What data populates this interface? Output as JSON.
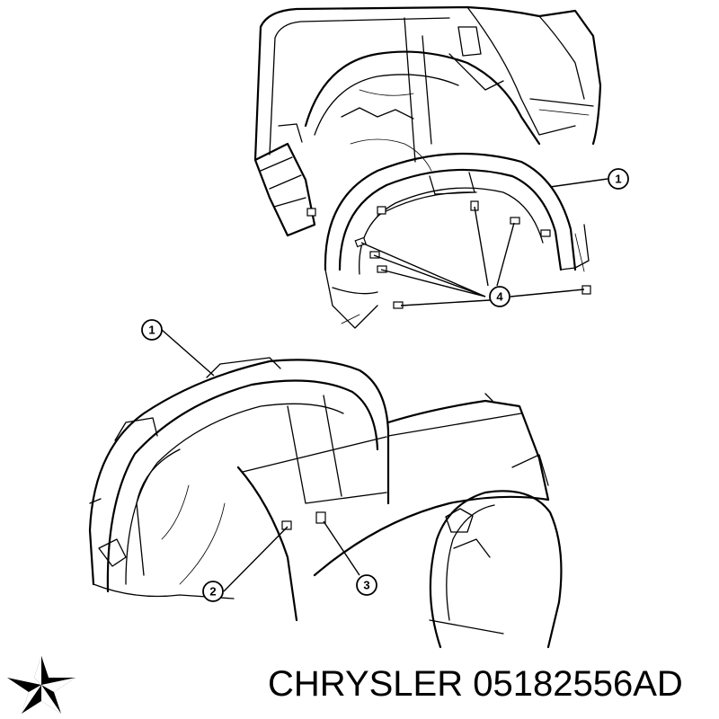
{
  "callouts": {
    "c1a": "1",
    "c4": "4",
    "c1b": "1",
    "c2": "2",
    "c3": "3"
  },
  "caption": {
    "brand": "CHRYSLER",
    "part_number": "05182556AD"
  },
  "logo": {
    "icon": "pentastar-icon",
    "color": "#000000"
  }
}
